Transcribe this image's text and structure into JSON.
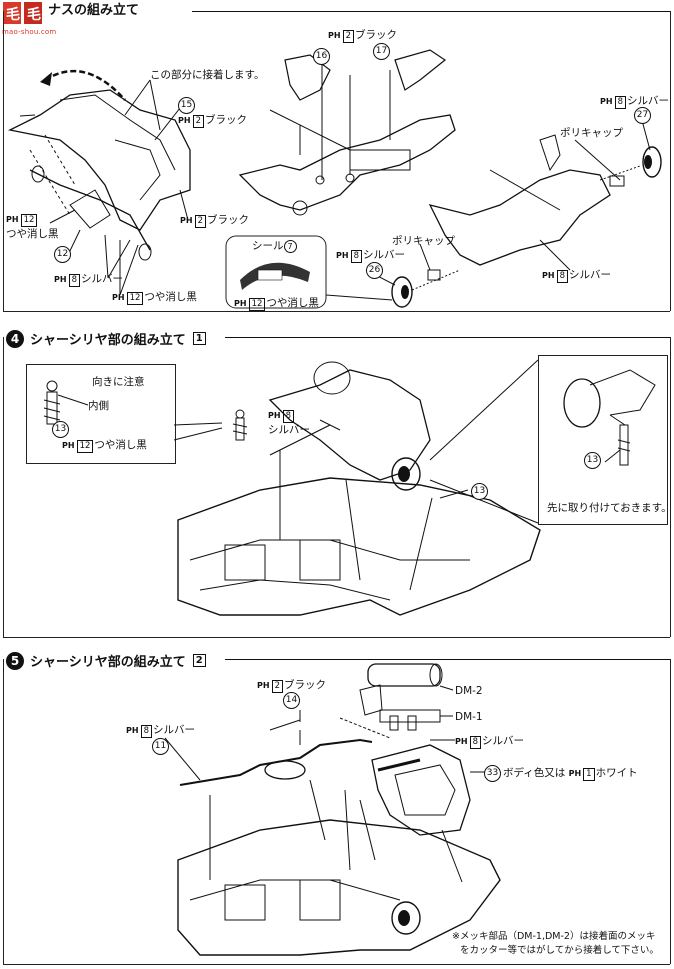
{
  "watermark": {
    "text": "mao-shou.com",
    "brand_color": "#d83a2a"
  },
  "section3": {
    "title": "ナスの組み立て",
    "labels": {
      "attach_here": "この部分に接着します。",
      "p15": "15",
      "p15_color_ph": "PH",
      "p15_color_num": "2",
      "p15_color": "ブラック",
      "p12": "12",
      "ph12_top_ph": "PH",
      "ph12_top_num": "12",
      "ph12_top": "つや消し黒",
      "ph2b_ph": "PH",
      "ph2b_num": "2",
      "ph2b": "ブラック",
      "ph8_ph": "PH",
      "ph8_num": "8",
      "ph8": "シルバー",
      "ph12b_ph": "PH",
      "ph12b_num": "12",
      "ph12b": "つや消し黒",
      "p16": "16",
      "p17": "17",
      "ph2_top_ph": "PH",
      "ph2_top_num": "2",
      "ph2_top": "ブラック",
      "p27": "27",
      "ph8r_ph": "PH",
      "ph8r_num": "8",
      "ph8r": "シルバー",
      "polycap_r": "ポリキャップ",
      "ph8m_ph": "PH",
      "ph8m_num": "8",
      "ph8m": "シルバー",
      "seal": "シール",
      "seal_num": "7",
      "ph12s_ph": "PH",
      "ph12s_num": "12",
      "ph12s": "つや消し黒",
      "ph8l_ph": "PH",
      "ph8l_num": "8",
      "ph8l": "シルバー",
      "polycap_l": "ポリキャップ",
      "p26": "26"
    }
  },
  "section4": {
    "num": "4",
    "title": "シャーシリヤ部の組み立て",
    "title_num": "1",
    "note_dir": "向きに注意",
    "inner": "内側",
    "p13a": "13",
    "ph12_ph": "PH",
    "ph12_num": "12",
    "ph12": "つや消し黒",
    "ph8_ph": "PH",
    "ph8_num": "8",
    "ph8": "シルバー",
    "p13b": "13",
    "p13c": "13",
    "attach_first": "先に取り付けておきます。"
  },
  "section5": {
    "num": "5",
    "title": "シャーシリヤ部の組み立て",
    "title_num": "2",
    "ph2_ph": "PH",
    "ph2_num": "2",
    "ph2": "ブラック",
    "p14": "14",
    "dm2": "DM-2",
    "dm1": "DM-1",
    "ph8_ph": "PH",
    "ph8_num": "8",
    "ph8": "シルバー",
    "ph8b_ph": "PH",
    "ph8b_num": "8",
    "ph8b": "シルバー",
    "p11": "11",
    "p33": "33",
    "body_color": "ボディ色又は",
    "white_ph": "PH",
    "white_num": "1",
    "white": "ホワイト",
    "note_line1": "※メッキ部品（DM-1,DM-2）は接着面のメッキ",
    "note_line2": "をカッター等ではがしてから接着して下さい。"
  }
}
